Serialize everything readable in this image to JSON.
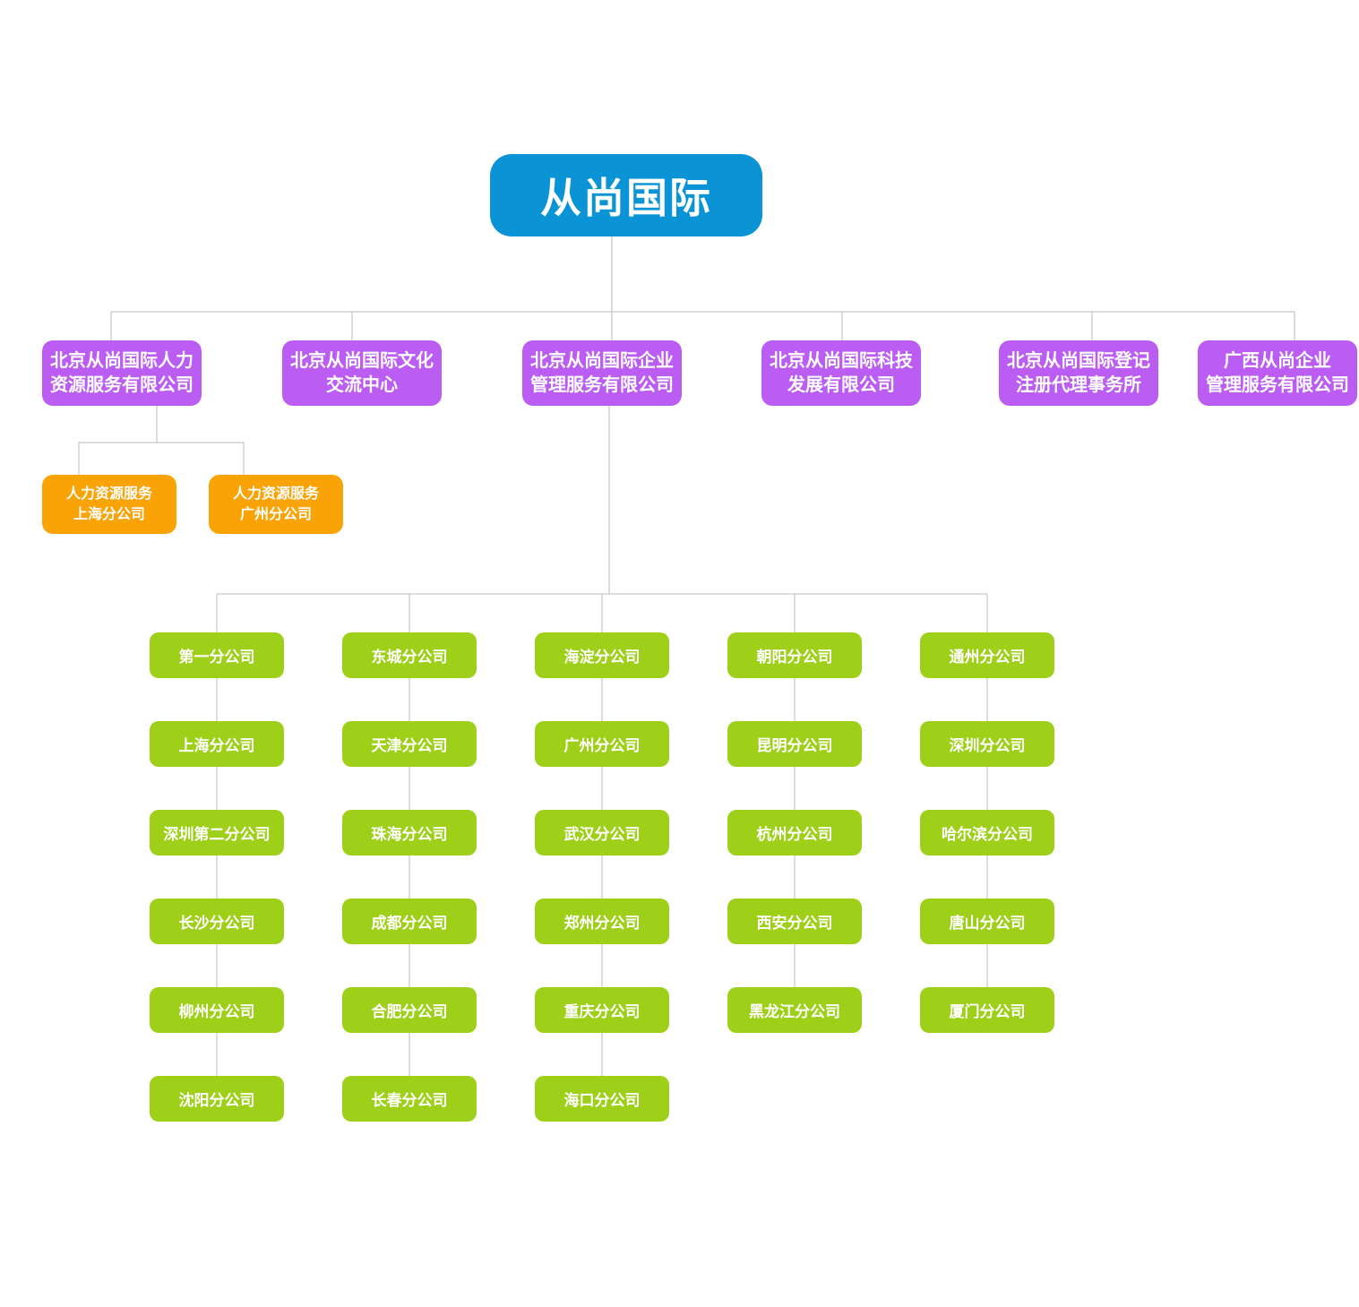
{
  "org": {
    "root_label": "从尚国际",
    "level2": [
      "北京从尚国际人力\n资源服务有限公司",
      "北京从尚国际文化\n交流中心",
      "北京从尚国际企业\n管理服务有限公司",
      "北京从尚国际科技\n发展有限公司",
      "北京从尚国际登记\n注册代理事务所",
      "广西从尚企业\n管理服务有限公司"
    ],
    "hr_branches": [
      "人力资源服务\n上海分公司",
      "人力资源服务\n广州分公司"
    ],
    "branch_columns": [
      [
        "第一分公司",
        "上海分公司",
        "深圳第二分公司",
        "长沙分公司",
        "柳州分公司",
        "沈阳分公司"
      ],
      [
        "东城分公司",
        "天津分公司",
        "珠海分公司",
        "成都分公司",
        "合肥分公司",
        "长春分公司"
      ],
      [
        "海淀分公司",
        "广州分公司",
        "武汉分公司",
        "郑州分公司",
        "重庆分公司",
        "海口分公司"
      ],
      [
        "朝阳分公司",
        "昆明分公司",
        "杭州分公司",
        "西安分公司",
        "黑龙江分公司"
      ],
      [
        "通州分公司",
        "深圳分公司",
        "哈尔滨分公司",
        "唐山分公司",
        "厦门分公司"
      ]
    ],
    "palette": {
      "root_box": "#0a94d6",
      "level2_box": "#bb5cf3",
      "hr_branch_box": "#faa306",
      "leaf_box": "#9ed01a",
      "connector_line": "#bbbbbb",
      "text": "#ffffff",
      "background": "#ffffff"
    }
  }
}
